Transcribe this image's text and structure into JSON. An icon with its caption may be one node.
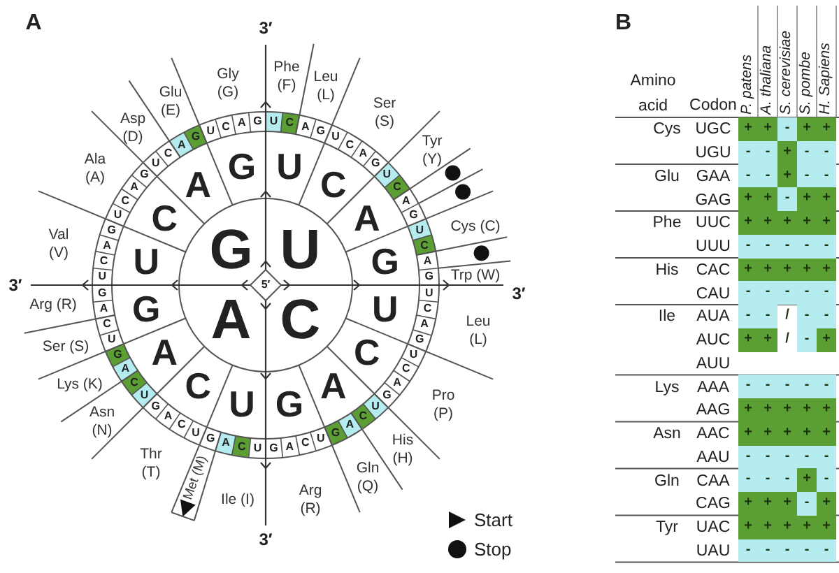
{
  "diagram": {
    "labels": [
      "A",
      "3′",
      "3′",
      "3′",
      "3′",
      "5′",
      "G",
      "U",
      "A",
      "C",
      "U",
      "C",
      "A",
      "G",
      "U",
      "C",
      "A",
      "G",
      "G",
      "A",
      "C",
      "U",
      "G",
      "A",
      "C",
      "U",
      "U",
      "C",
      "A",
      "G",
      "U",
      "C",
      "A",
      "G",
      "U",
      "C",
      "A",
      "G",
      "U",
      "C",
      "A",
      "G",
      "U",
      "C",
      "A",
      "G",
      "U",
      "C",
      "A",
      "G",
      "U",
      "C",
      "A",
      "G",
      "U",
      "C",
      "A",
      "G",
      "G",
      "A",
      "C",
      "U",
      "G",
      "A",
      "C",
      "U",
      "G",
      "A",
      "C",
      "U",
      "G",
      "A",
      "C",
      "U",
      "G",
      "A",
      "C",
      "U",
      "G",
      "A",
      "C",
      "U",
      "G",
      "A",
      "C",
      "U",
      "G",
      "A",
      "C",
      "U",
      "Phe (F)",
      "Leu (L)",
      "Ser (S)",
      "Tyr (Y)",
      "Cys (C)",
      "Trp (W)",
      "Leu (L)",
      "Pro (P)",
      "His (H)",
      "Gln (Q)",
      "Arg (R)",
      "Arg (R)",
      "Ser (S)",
      "Lys (K)",
      "Asn (N)",
      "Thr (T)",
      "Met (M)",
      "Ile (I)",
      "Val (V)",
      "Ala (A)",
      "Asp (D)",
      "Glu (E)",
      "Gly (G)",
      "B",
      "Amino acid",
      "Codon",
      "P. patens",
      "A. thaliana",
      "S. cerevisiae",
      "S. pombe",
      "H. Sapiens",
      "Cys",
      "UGC",
      "+",
      "+",
      "-",
      "+",
      "+",
      "UGU",
      "-",
      "-",
      "+",
      "-",
      "-",
      "Glu",
      "GAA",
      "-",
      "-",
      "+",
      "-",
      "-",
      "GAG",
      "+",
      "+",
      "-",
      "+",
      "+",
      "Phe",
      "UUC",
      "+",
      "+",
      "+",
      "+",
      "+",
      "UUU",
      "-",
      "-",
      "-",
      "-",
      "-",
      "His",
      "CAC",
      "+",
      "+",
      "+",
      "+",
      "+",
      "CAU",
      "-",
      "-",
      "-",
      "-",
      "-",
      "Ile",
      "AUA",
      "-",
      "-",
      "/",
      "-",
      "-",
      "AUC",
      "+",
      "+",
      "/",
      "-",
      "+",
      "AUU",
      "Lys",
      "AAA",
      "-",
      "-",
      "-",
      "-",
      "-",
      "AAG",
      "+",
      "+",
      "+",
      "+",
      "+",
      "Asn",
      "AAC",
      "+",
      "+",
      "+",
      "+",
      "+",
      "AAU",
      "-",
      "-",
      "-",
      "-",
      "-",
      "Gln",
      "CAA",
      "-",
      "-",
      "-",
      "+",
      "-",
      "CAG",
      "+",
      "+",
      "+",
      "-",
      "+",
      "Tyr",
      "UAC",
      "+",
      "+",
      "+",
      "+",
      "+",
      "UAU",
      "-",
      "-",
      "-",
      "-",
      "-"
    ],
    "legend": [
      {
        "text": "Start"
      },
      {
        "text": "Stop"
      }
    ]
  }
}
